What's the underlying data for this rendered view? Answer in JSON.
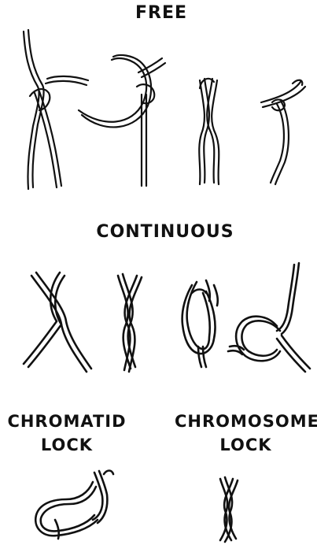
{
  "labels": {
    "free": "FREE",
    "continuous": "CONTINUOUS",
    "chromatid_lock": "CHROMATID\nLOCK",
    "chromosome_lock": "CHROMOSOME\nLOCK"
  },
  "colors": {
    "ink": "#111111",
    "background": "#ffffff"
  }
}
